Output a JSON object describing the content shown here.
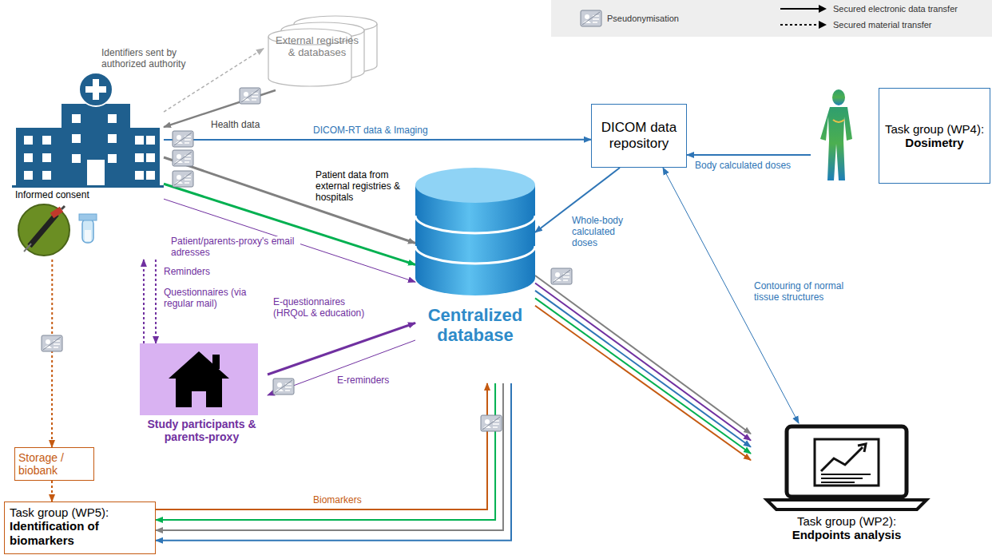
{
  "diagram": {
    "nodes": [
      {
        "text": [
          "Informed consent"
        ]
      },
      {
        "text": [
          "External registries & databases"
        ]
      },
      {
        "text": [
          "DICOM data repository"
        ]
      },
      {
        "text": [
          "Task group (WP4):",
          "Dosimetry"
        ]
      },
      {
        "text": [
          "Centralized database"
        ]
      },
      {
        "text": [
          "Study participants & parents-proxy"
        ]
      },
      {
        "text": [
          "Storage / biobank"
        ]
      },
      {
        "text": [
          "Task group (WP5):",
          "Identification of biomarkers"
        ]
      },
      {
        "text": [
          "Task group (WP2):",
          "Endpoints analysis"
        ]
      }
    ],
    "edges": [
      {
        "from": 0,
        "to": 1,
        "arrow": "to",
        "label": "Identifiers sent by authorized authority"
      },
      {
        "from": 1,
        "to": 0,
        "arrow": "to",
        "label": "Health data"
      },
      {
        "from": 0,
        "to": 2,
        "arrow": "to",
        "label": "DICOM-RT data & Imaging"
      },
      {
        "from": 0,
        "to": 4,
        "arrow": "to",
        "label": "Patient data from external registries & hospitals"
      },
      {
        "from": 0,
        "to": 4,
        "arrow": "to"
      },
      {
        "from": 0,
        "to": 4,
        "arrow": "to",
        "label": "Patient/parents-proxy's email adresses"
      },
      {
        "from": 0,
        "to": 5,
        "arrow": "to",
        "label": "Questionnaires (via regular mail)"
      },
      {
        "from": 5,
        "to": 0,
        "arrow": "to",
        "label": "Reminders"
      },
      {
        "from": 5,
        "to": 4,
        "arrow": "to",
        "label": "E-questionnaires (HRQoL & education)"
      },
      {
        "from": 4,
        "to": 5,
        "arrow": "to",
        "label": "E-reminders"
      },
      {
        "from": 3,
        "to": 2,
        "arrow": "to",
        "label": "Body calculated doses"
      },
      {
        "from": 2,
        "to": 4,
        "arrow": "to",
        "label": "Whole-body calculated doses"
      },
      {
        "from": 2,
        "to": 8,
        "arrow": "both",
        "label": "Contouring of normal tissue structures"
      },
      {
        "from": 4,
        "to": 8,
        "arrow": "to"
      },
      {
        "from": 4,
        "to": 8,
        "arrow": "to"
      },
      {
        "from": 4,
        "to": 8,
        "arrow": "to"
      },
      {
        "from": 4,
        "to": 8,
        "arrow": "to"
      },
      {
        "from": 4,
        "to": 8,
        "arrow": "to"
      },
      {
        "from": 0,
        "to": 6,
        "arrow": "to"
      },
      {
        "from": 6,
        "to": 7,
        "arrow": "to"
      },
      {
        "from": 7,
        "to": 4,
        "arrow": "to",
        "label": "Biomarkers"
      },
      {
        "from": 4,
        "to": 7,
        "arrow": "to"
      },
      {
        "from": 4,
        "to": 7,
        "arrow": "to"
      },
      {
        "from": 4,
        "to": 7,
        "arrow": "to"
      }
    ],
    "legend": [
      {
        "text": "Pseudonymisation"
      },
      {
        "text": "Secured electronic data transfer"
      },
      {
        "text": "Secured material transfer"
      }
    ]
  }
}
